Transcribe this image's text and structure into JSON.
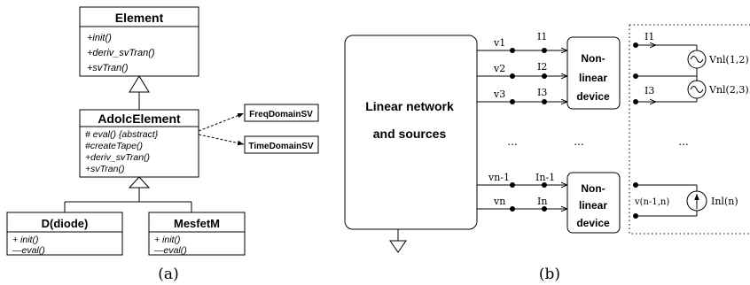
{
  "uml": {
    "element": {
      "title": "Element",
      "methods": [
        "+init()",
        "+deriv_svTran()",
        "+svTran()"
      ]
    },
    "adolc": {
      "title": "AdolcElement",
      "methods": [
        "# eval() {abstract}",
        "#createTape()",
        "+deriv_svTran()",
        "+svTran()"
      ]
    },
    "freq": "FreqDomainSV",
    "time": "TimeDomainSV",
    "diode": {
      "title": "D(diode)",
      "methods": [
        "+ init()",
        "—eval()"
      ]
    },
    "mesfet": {
      "title": "MesfetM",
      "methods": [
        "+ init()",
        "—eval()"
      ]
    },
    "caption": "(a)"
  },
  "circuit": {
    "linear_line1": "Linear network",
    "linear_line2": "and sources",
    "nonlinear_top": [
      "Non-",
      "linear",
      "device"
    ],
    "nonlinear_bottom": [
      "Non-",
      "linear",
      "device"
    ],
    "v_labels": [
      "v1",
      "v2",
      "v3",
      "vn-1",
      "vn"
    ],
    "i_labels": [
      "I1",
      "I2",
      "I3",
      "In-1",
      "In"
    ],
    "ellipsis": "...",
    "right_i1": "I1",
    "right_i3": "I3",
    "vnl_12": "Vnl(1,2)",
    "vnl_23": "Vnl(2,3)",
    "v_n1n": "v(n-1,n)",
    "inl": "Inl(n)",
    "caption": "(b)"
  }
}
